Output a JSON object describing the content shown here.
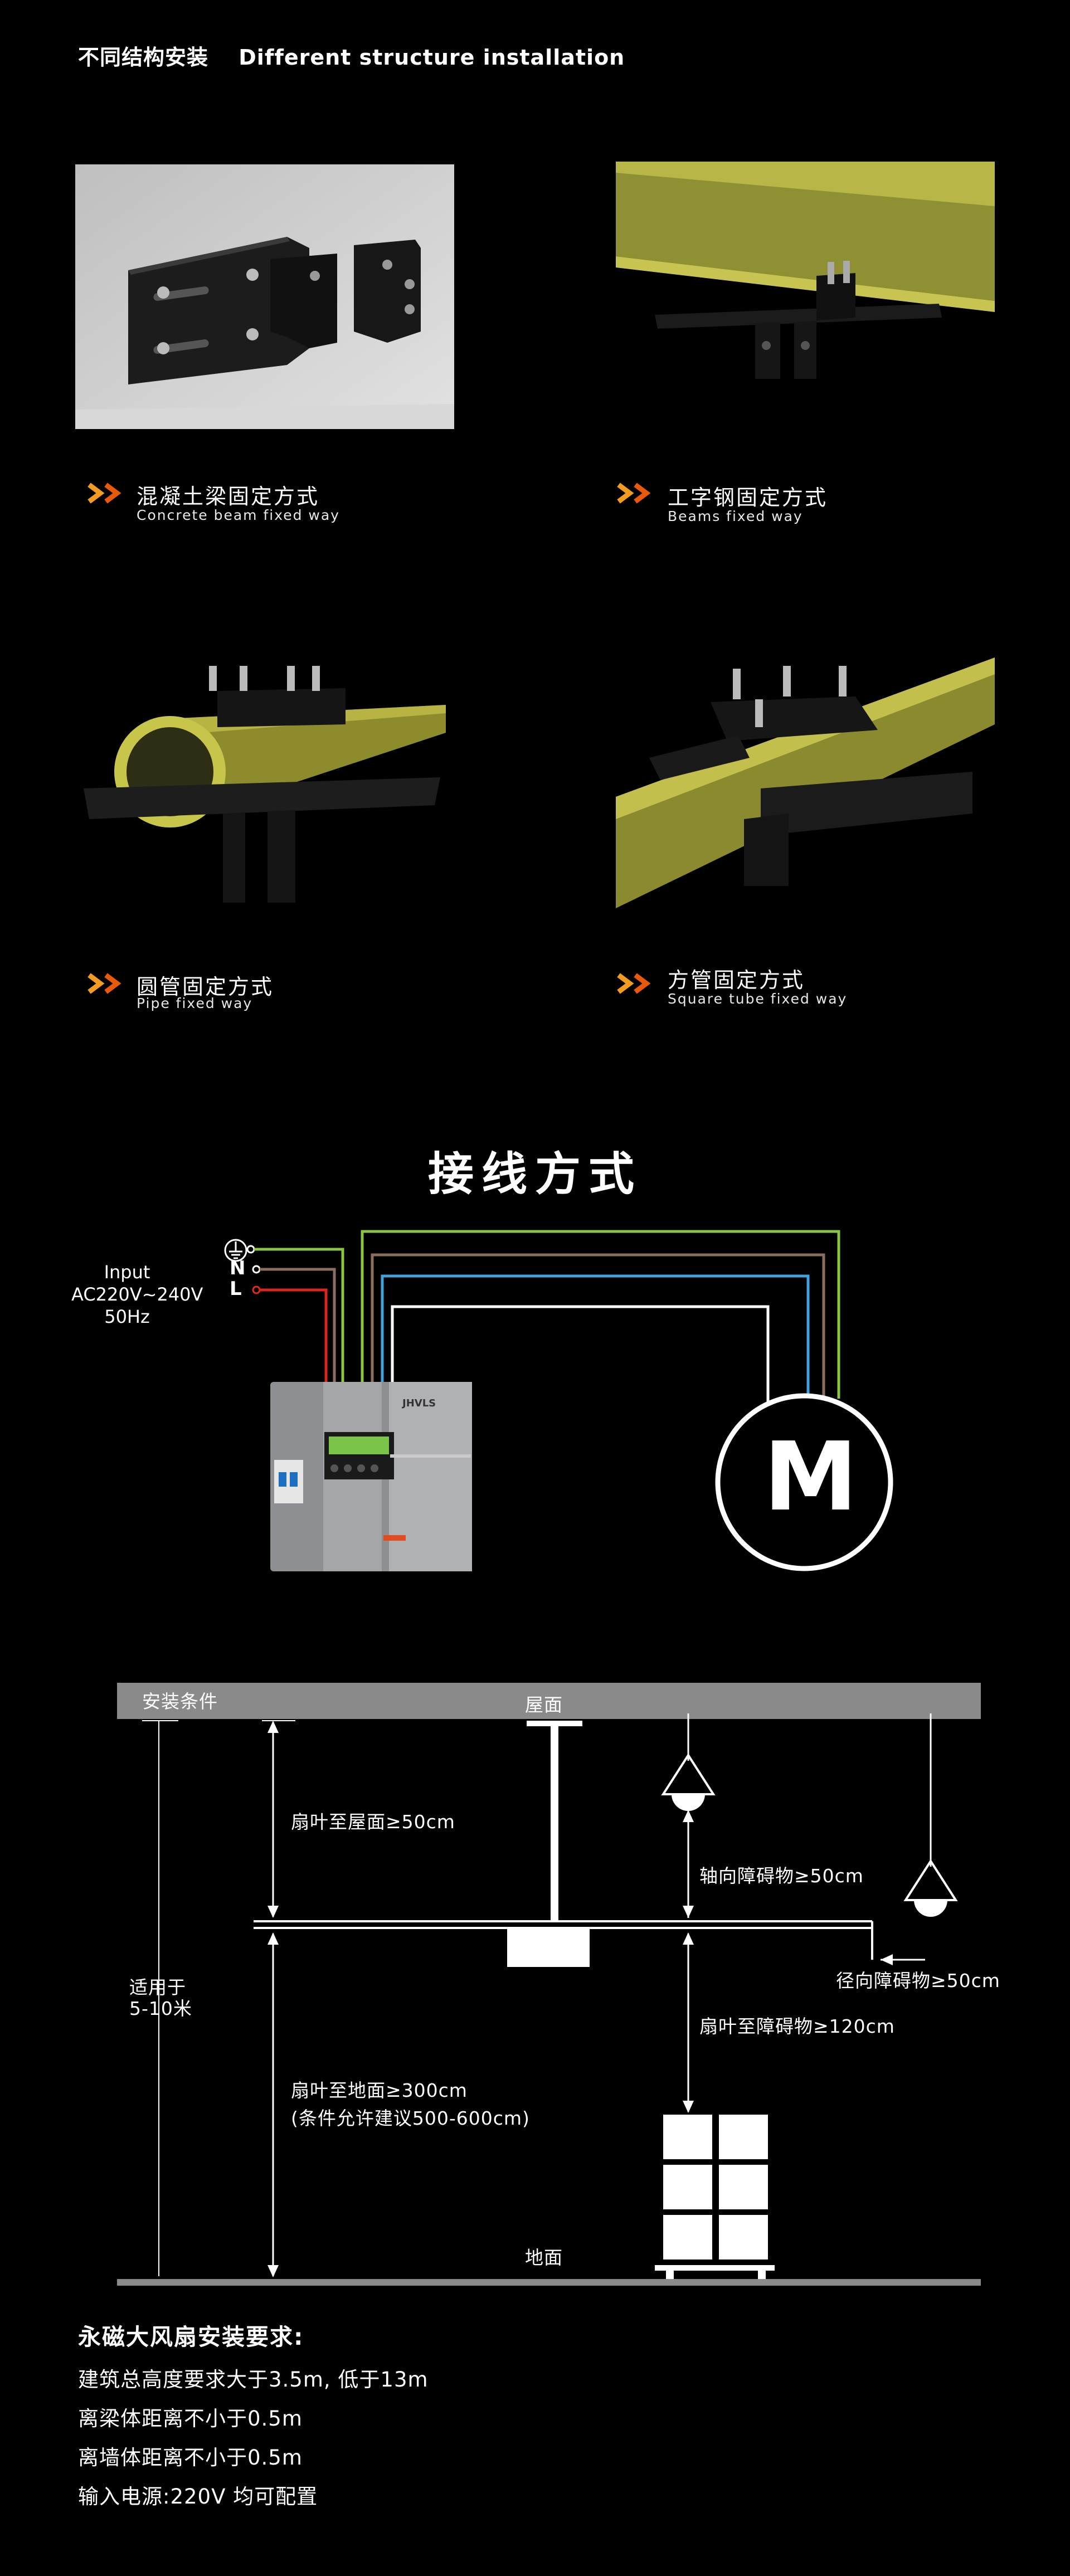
{
  "header": {
    "title_cn": "不同结构安装",
    "title_en": "Different structure installation"
  },
  "mounts": [
    {
      "cn": "混凝土梁固定方式",
      "en": "Concrete beam fixed way"
    },
    {
      "cn": "工字钢固定方式",
      "en": "Beams fixed way"
    },
    {
      "cn": "圆管固定方式",
      "en": "Pipe fixed way"
    },
    {
      "cn": "方管固定方式",
      "en": "Square tube fixed way"
    }
  ],
  "wiring": {
    "title": "接线方式",
    "input_line1": "Input",
    "input_line2": "AC220V~240V",
    "input_line3": "50Hz",
    "pin_n": "N",
    "pin_l": "L",
    "motor_label": "M",
    "controller_brand": "JHVLS",
    "colors": {
      "ground": "#8ac641",
      "neutral": "#8c6e5e",
      "line": "#d9251c",
      "blue": "#3fa3e0",
      "white": "#ffffff"
    }
  },
  "install": {
    "conditions": "安装条件",
    "roof": "屋面",
    "blade_roof": "扇叶至屋面≥50cm",
    "axial": "轴向障碍物≥50cm",
    "radial": "径向障碍物≥50cm",
    "applicable_1": "适用于",
    "applicable_2": "5-10米",
    "blade_obstacle": "扇叶至障碍物≥120cm",
    "blade_ground": "扇叶至地面≥300cm",
    "blade_ground_note": "(条件允许建议500-600cm)",
    "ground": "地面"
  },
  "requirements": {
    "title": "永磁大风扇安装要求:",
    "lines": [
      "建筑总高度要求大于3.5m, 低于13m",
      "离梁体距离不小于0.5m",
      "离墙体距离不小于0.5m",
      "输入电源:220V 均可配置"
    ]
  }
}
